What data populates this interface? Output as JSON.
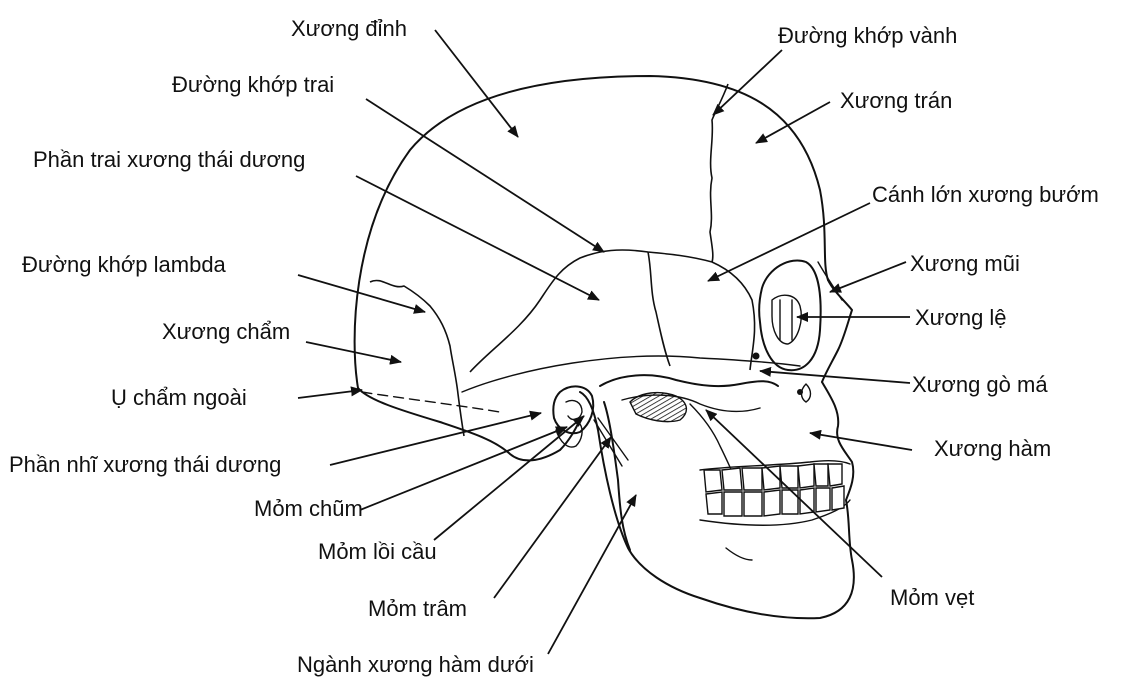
{
  "labels": {
    "xuong_dinh": "Xương đỉnh",
    "duong_khop_vanh": "Đường khớp vành",
    "duong_khop_trai": "Đường khớp trai",
    "xuong_tran": "Xương trán",
    "phan_trai_xuong_thai_duong": "Phần trai xương thái dương",
    "canh_lon_xuong_buom": "Cánh lớn xương bướm",
    "duong_khop_lambda": "Đường khớp lambda",
    "xuong_mui": "Xương mũi",
    "xuong_le": "Xương lệ",
    "xuong_cham": "Xương chẩm",
    "xuong_go_ma": "Xương gò má",
    "u_cham_ngoai": "Ụ chẩm ngoài",
    "xuong_ham": "Xương hàm",
    "phan_nhi_xuong_thai_duong": "Phần nhĩ xương thái dương",
    "mom_chum": "Mỏm chũm",
    "mom_loi_cau": "Mỏm lồi cầu",
    "mom_tram": "Mỏm trâm",
    "mom_vet": "Mỏm vẹt",
    "nganh_xuong_ham_duoi": "Ngành xương hàm dưới"
  }
}
